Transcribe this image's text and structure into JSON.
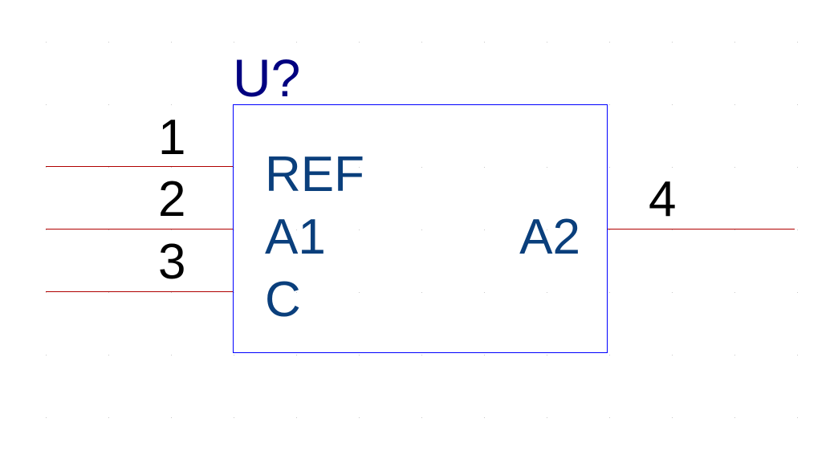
{
  "component": {
    "designator": "U?"
  },
  "pins": [
    {
      "number": "1",
      "name": "REF"
    },
    {
      "number": "2",
      "name": "A1"
    },
    {
      "number": "3",
      "name": "C"
    },
    {
      "number": "4",
      "name": "A2"
    }
  ],
  "colors": {
    "designator": "#000080",
    "pin_name": "#0a3f7c",
    "pin_number": "#000000",
    "pin_line": "#b00000",
    "body_outline": "#0000ff",
    "grid_dot": "#c8c8c8",
    "background": "#ffffff"
  }
}
